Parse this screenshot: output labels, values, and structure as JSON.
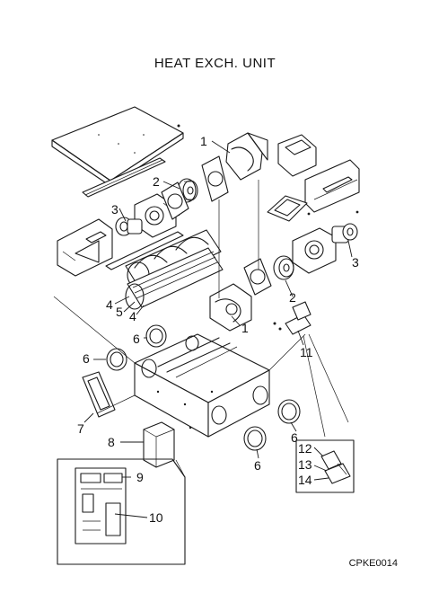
{
  "diagram": {
    "title": "HEAT EXCH. UNIT",
    "code": "CPKE0014",
    "callouts": {
      "c1a": "1",
      "c1b": "1",
      "c2a": "2",
      "c2b": "2",
      "c3a": "3",
      "c3b": "3",
      "c4a": "4",
      "c4b": "4",
      "c5": "5",
      "c6a": "6",
      "c6b": "6",
      "c6c": "6",
      "c6d": "6",
      "c7": "7",
      "c8": "8",
      "c9": "9",
      "c10": "10",
      "c11": "11",
      "c12": "12",
      "c13": "13",
      "c14": "14"
    }
  }
}
